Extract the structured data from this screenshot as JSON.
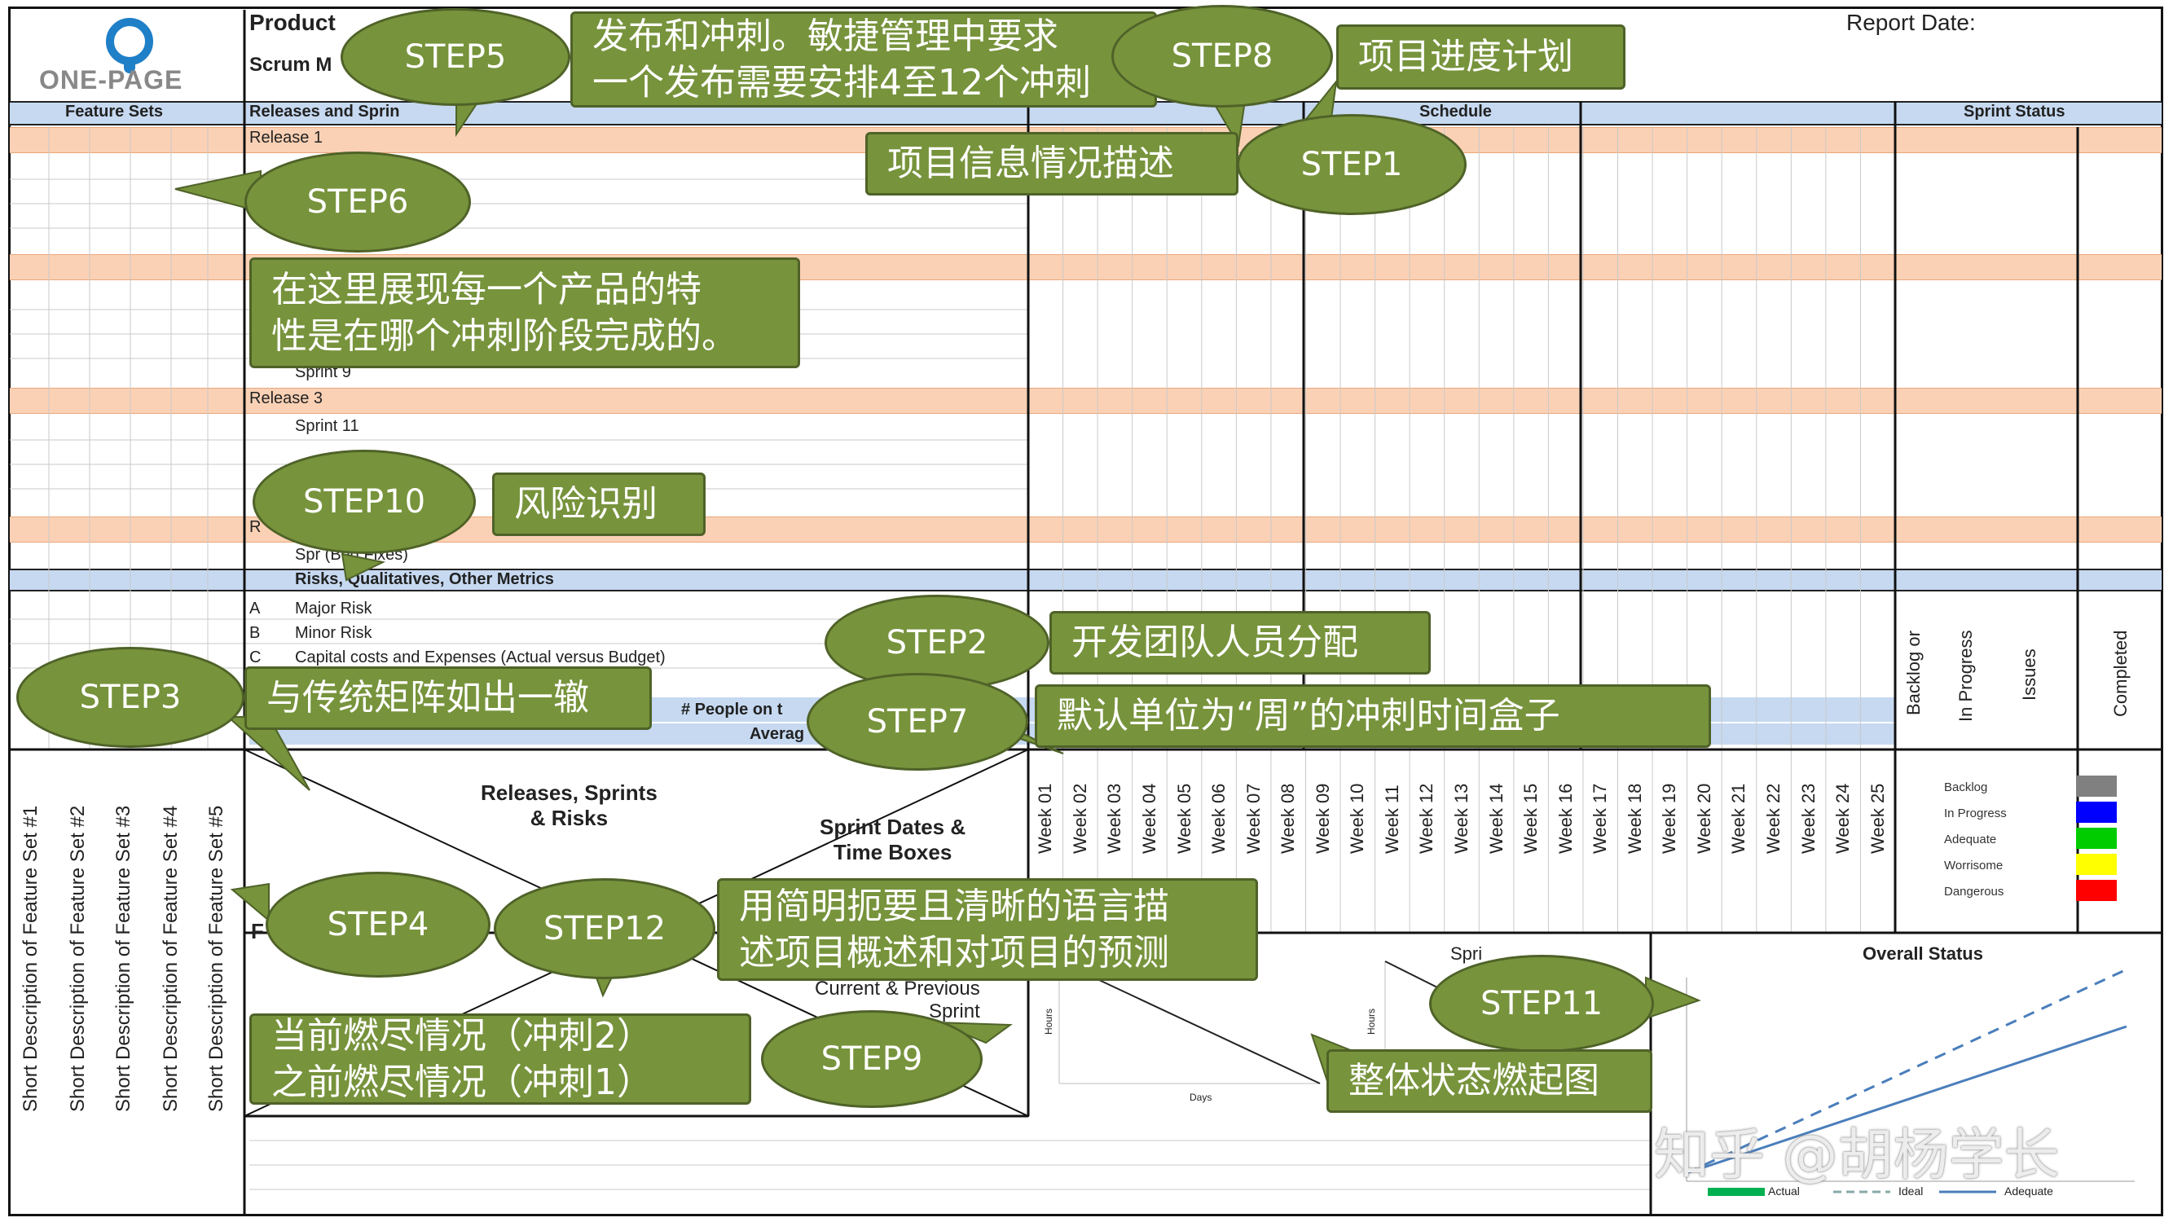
{
  "logo": {
    "text": "ONE-PAGE"
  },
  "header": {
    "product": "Product",
    "scrum": "Scrum M",
    "report_date": "Report Date:"
  },
  "sections": {
    "feature_sets": "Feature Sets",
    "releases": "Releases and Sprin",
    "schedule": "Schedule",
    "sprint_status": "Sprint Status"
  },
  "rows": {
    "release1": "Release 1",
    "sprint9": "Sprint 9",
    "release3": "Release 3",
    "sprint11": "Sprint 11",
    "release4_prefix": "R",
    "bug_fixes": "Spr        (Bug Fixes)",
    "risks_header": "Risks, Qualitatives, Other Metrics"
  },
  "risks": [
    {
      "code": "A",
      "text": "Major Risk"
    },
    {
      "code": "B",
      "text": "Minor Risk"
    },
    {
      "code": "C",
      "text": "Capital costs and Expenses (Actual versus Budget)"
    }
  ],
  "people_row": "# People on t",
  "average_row": "Averag",
  "feature_set_descriptions": [
    "Short Description of Feature Set #1",
    "Short Description of Feature Set #2",
    "Short Description of Feature Set #3",
    "Short Description of Feature Set #4",
    "Short Description of Feature Set #5"
  ],
  "matrix": {
    "top": "Releases, Sprints\n& Risks",
    "right": "Sprint Dates &\nTime Boxes",
    "bottom": "Current & Previous\nSprint",
    "left": "F"
  },
  "weeks": [
    "Week 01",
    "Week 02",
    "Week 03",
    "Week 04",
    "Week 05",
    "Week 06",
    "Week 07",
    "Week 08",
    "Week 09",
    "Week 10",
    "Week 11",
    "Week 12",
    "Week 13",
    "Week 14",
    "Week 15",
    "Week 16",
    "Week 17",
    "Week 18",
    "Week 19",
    "Week 20",
    "Week 21",
    "Week 22",
    "Week 23",
    "Week 24",
    "Week 25"
  ],
  "status_headers": [
    "Backlog or",
    "In Progress",
    "Issues",
    "Completed"
  ],
  "legend": [
    {
      "label": "Backlog",
      "color": "#808080"
    },
    {
      "label": "In Progress",
      "color": "#0000ff"
    },
    {
      "label": "Adequate",
      "color": "#00cc00"
    },
    {
      "label": "Worrisome",
      "color": "#ffff00"
    },
    {
      "label": "Dangerous",
      "color": "#ff0000"
    }
  ],
  "burndown": {
    "ylabel": "Hours",
    "xlabel": "Days",
    "sprint_label": "Spri"
  },
  "overall": {
    "title": "Overall Status",
    "legend": [
      "Actual",
      "Ideal",
      "Adequate"
    ]
  },
  "watermark": "知乎 @胡杨学长",
  "callouts": {
    "step1": "STEP1",
    "step2": "STEP2",
    "step3": "STEP3",
    "step4": "STEP4",
    "step5": "STEP5",
    "step6": "STEP6",
    "step7": "STEP7",
    "step8": "STEP8",
    "step9": "STEP9",
    "step10": "STEP10",
    "step11": "STEP11",
    "step12": "STEP12",
    "step5_text_1": "发布和冲刺。敏捷管理中要求",
    "step5_text_2": "一个发布需要安排4至12个冲刺",
    "step8_text": "项目进度计划",
    "step1_text": "项目信息情况描述",
    "step6_text_1": "在这里展现每一个产品的特",
    "step6_text_2": "性是在哪个冲刺阶段完成的。",
    "step10_text": "风险识别",
    "step2_text": "开发团队人员分配",
    "step3_text": "与传统矩阵如出一辙",
    "step7_text": "默认单位为“周”的冲刺时间盒子",
    "step12_text_1": "用简明扼要且清晰的语言描",
    "step12_text_2": "述项目概述和对项目的预测",
    "step9_text_1": "当前燃尽情况（冲刺2）",
    "step9_text_2": "之前燃尽情况（冲刺1）",
    "step11_text": "整体状态燃起图"
  },
  "colors": {
    "callout_fill": "#77933c",
    "release_band": "#fbd1b5",
    "header_band": "#c6d9f1"
  }
}
